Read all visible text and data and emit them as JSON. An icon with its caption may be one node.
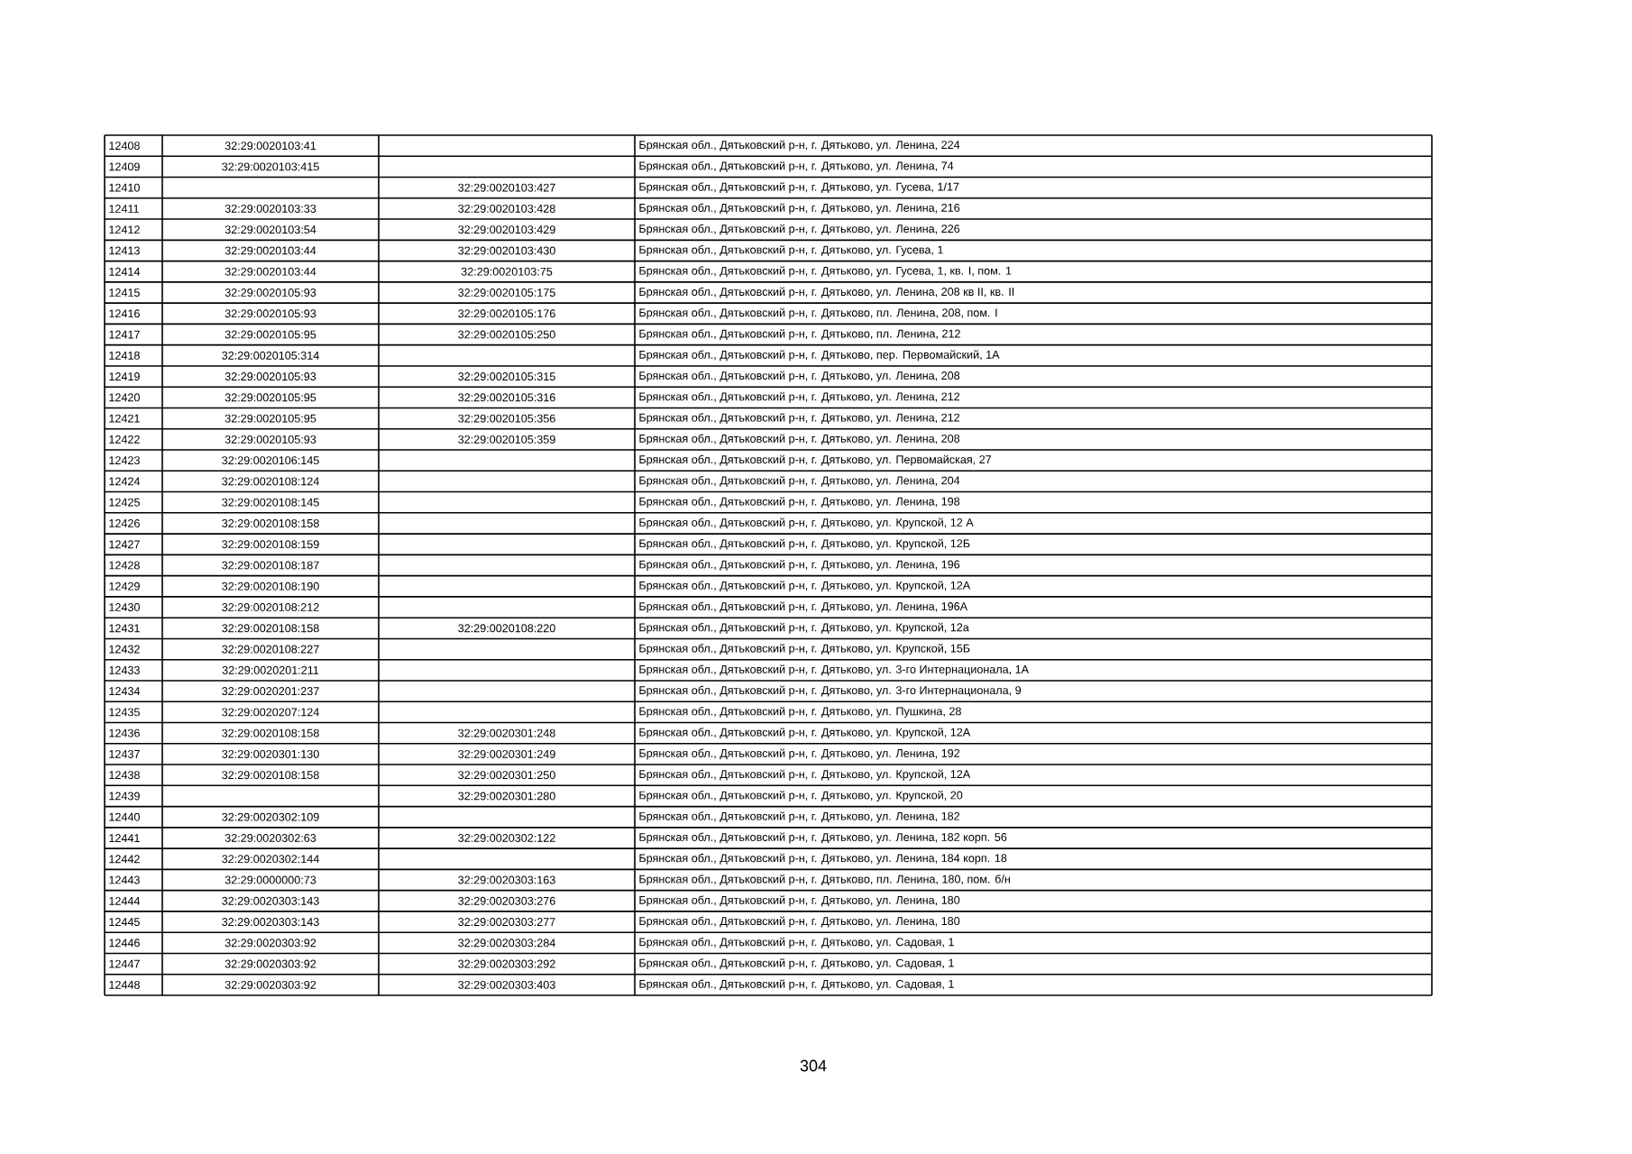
{
  "diagram": {
    "labels": [
      "12408",
      "32:29:0020103:41",
      "Брянская обл., Дятьковский р-н, г. Дятьково, ул. Ленина, 224",
      "12409",
      "32:29:0020103:415",
      "Брянская обл., Дятьковский р-н, г. Дятьково, ул. Ленина, 74",
      "12410",
      "32:29:0020103:427",
      "Брянская обл., Дятьковский р-н, г. Дятьково, ул. Гусева, 1/17",
      "12411",
      "32:29:0020103:33",
      "32:29:0020103:428",
      "Брянская обл., Дятьковский р-н, г. Дятьково, ул. Ленина, 216",
      "12412",
      "32:29:0020103:54",
      "32:29:0020103:429",
      "Брянская обл., Дятьковский р-н, г. Дятьково, ул. Ленина, 226",
      "12413",
      "32:29:0020103:44",
      "32:29:0020103:430",
      "Брянская обл., Дятьковский р-н, г. Дятьково, ул. Гусева, 1",
      "12414",
      "32:29:0020103:44",
      "32:29:0020103:75",
      "Брянская обл., Дятьковский р-н, г. Дятьково, ул. Гусева, 1, кв. I, пом. 1",
      "12415",
      "32:29:0020105:93",
      "32:29:0020105:175",
      "Брянская обл., Дятьковский р-н, г. Дятьково, ул. Ленина, 208 кв II, кв. II",
      "12416",
      "32:29:0020105:93",
      "32:29:0020105:176",
      "Брянская обл., Дятьковский р-н, г. Дятьково, пл. Ленина, 208, пом. I",
      "12417",
      "32:29:0020105:95",
      "32:29:0020105:250",
      "Брянская обл., Дятьковский р-н, г. Дятьково, пл. Ленина, 212",
      "12418",
      "32:29:0020105:314",
      "Брянская обл., Дятьковский р-н, г. Дятьково, пер. Первомайский, 1А",
      "12419",
      "32:29:0020105:93",
      "32:29:0020105:315",
      "Брянская обл., Дятьковский р-н, г. Дятьково, ул. Ленина, 208",
      "12420",
      "32:29:0020105:95",
      "32:29:0020105:316",
      "Брянская обл., Дятьковский р-н, г. Дятьково, ул. Ленина, 212",
      "12421",
      "32:29:0020105:95",
      "32:29:0020105:356",
      "Брянская обл., Дятьковский р-н, г. Дятьково, ул. Ленина, 212",
      "12422",
      "32:29:0020105:93",
      "32:29:0020105:359",
      "Брянская обл., Дятьковский р-н, г. Дятьково, ул. Ленина, 208",
      "12423",
      "32:29:0020106:145",
      "Брянская обл., Дятьковский р-н, г. Дятьково, ул. Первомайская, 27",
      "12424",
      "32:29:0020108:124",
      "Брянская обл., Дятьковский р-н, г. Дятьково, ул. Ленина, 204",
      "12425",
      "32:29:0020108:145",
      "Брянская обл., Дятьковский р-н, г. Дятьково, ул. Ленина, 198",
      "12426",
      "32:29:0020108:158",
      "Брянская обл., Дятьковский р-н, г. Дятьково, ул. Крупской, 12 А",
      "12427",
      "32:29:0020108:159",
      "Брянская обл., Дятьковский р-н, г. Дятьково, ул. Крупской, 12Б",
      "12428",
      "32:29:0020108:187",
      "Брянская обл., Дятьковский р-н, г. Дятьково, ул. Ленина, 196",
      "12429",
      "32:29:0020108:190",
      "Брянская обл., Дятьковский р-н, г. Дятьково, ул. Крупской, 12А",
      "12430",
      "32:29:0020108:212",
      "Брянская обл., Дятьковский р-н, г. Дятьково, ул. Ленина, 196А",
      "12431",
      "32:29:0020108:158",
      "32:29:0020108:220",
      "Брянская обл., Дятьковский р-н, г. Дятьково, ул. Крупской, 12а",
      "12432",
      "32:29:0020108:227",
      "Брянская обл., Дятьковский р-н, г. Дятьково, ул. Крупской, 15Б",
      "12433",
      "32:29:0020201:211",
      "Брянская обл., Дятьковский р-н, г. Дятьково, ул. 3-го Интернационала, 1А",
      "12434",
      "32:29:0020201:237",
      "Брянская обл., Дятьковский р-н, г. Дятьково, ул. 3-го Интернационала, 9",
      "12435",
      "32:29:0020207:124",
      "Брянская обл., Дятьковский р-н, г. Дятьково, ул. Пушкина, 28",
      "12436",
      "32:29:0020108:158",
      "32:29:0020301:248",
      "Брянская обл., Дятьковский р-н, г. Дятьково, ул. Крупской, 12А",
      "12437",
      "32:29:0020301:130",
      "32:29:0020301:249",
      "Брянская обл., Дятьковский р-н, г. Дятьково, ул. Ленина, 192",
      "12438",
      "32:29:0020108:158",
      "32:29:0020301:250",
      "Брянская обл., Дятьковский р-н, г. Дятьково, ул. Крупской, 12А",
      "12439",
      "32:29:0020301:280",
      "Брянская обл., Дятьковский р-н, г. Дятьково, ул. Крупской, 20",
      "12440",
      "32:29:0020302:109",
      "Брянская обл., Дятьковский р-н, г. Дятьково, ул. Ленина, 182",
      "12441",
      "32:29:0020302:63",
      "32:29:0020302:122",
      "Брянская обл., Дятьковский р-н, г. Дятьково, ул. Ленина, 182 корп. 56",
      "12442",
      "32:29:0020302:144",
      "Брянская обл., Дятьковский р-н, г. Дятьково, ул. Ленина, 184 корп. 18",
      "12443",
      "32:29:0000000:73",
      "32:29:0020303:163",
      "Брянская обл., Дятьковский р-н, г. Дятьково, пл. Ленина, 180, пом. б/н",
      "12444",
      "32:29:0020303:143",
      "32:29:0020303:276",
      "Брянская обл., Дятьковский р-н, г. Дятьково, ул. Ленина, 180",
      "12445",
      "32:29:0020303:143",
      "32:29:0020303:277",
      "Брянская обл., Дятьковский р-н, г. Дятьково, ул. Ленина, 180",
      "12446",
      "32:29:0020303:92",
      "32:29:0020303:284",
      "Брянская обл., Дятьковский р-н, г. Дятьково, ул. Садовая, 1",
      "12447",
      "32:29:0020303:92",
      "32:29:0020303:292",
      "Брянская обл., Дятьковский р-н, г. Дятьково, ул. Садовая, 1",
      "12448",
      "32:29:0020303:92",
      "32:29:0020303:403",
      "Брянская обл., Дятьковский р-н, г. Дятьково, ул. Садовая, 1",
      "304"
    ]
  }
}
